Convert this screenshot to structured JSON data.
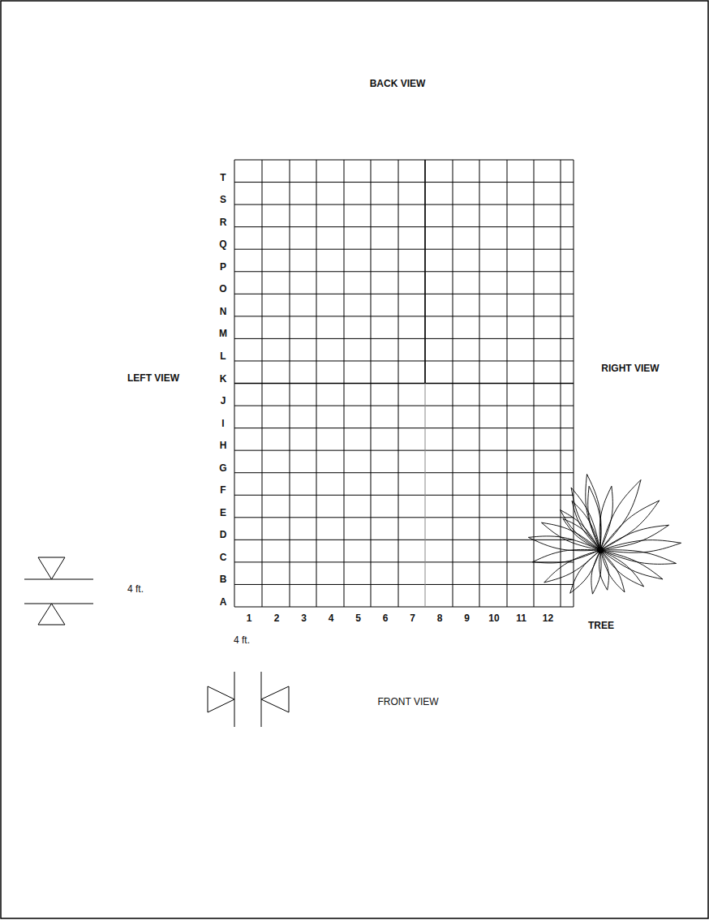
{
  "diagram": {
    "labels": [
      "BACK VIEW",
      "T",
      "S",
      "R",
      "Q",
      "P",
      "O",
      "N",
      "M",
      "L",
      "K",
      "J",
      "I",
      "H",
      "G",
      "F",
      "E",
      "D",
      "C",
      "B",
      "A",
      "LEFT VIEW",
      "RIGHT VIEW",
      "1",
      "2",
      "3",
      "4",
      "5",
      "6",
      "7",
      "8",
      "9",
      "10",
      "11",
      "12",
      "TREE",
      "4 ft.",
      "4 ft.",
      "FRONT VIEW"
    ]
  }
}
